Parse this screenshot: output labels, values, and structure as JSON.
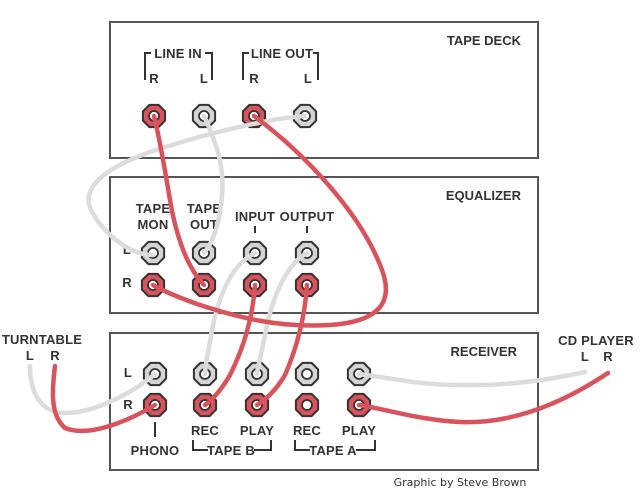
{
  "colors": {
    "red_channel": "#d9535c",
    "white_channel": "#d4d4d4",
    "outline": "#333333",
    "box_border": "#555555"
  },
  "components": {
    "tape_deck": {
      "title": "TAPE DECK",
      "groups": [
        {
          "label": "LINE IN",
          "channels": [
            "R",
            "L"
          ]
        },
        {
          "label": "LINE OUT",
          "channels": [
            "R",
            "L"
          ]
        }
      ]
    },
    "equalizer": {
      "title": "EQUALIZER",
      "row_labels": [
        "L",
        "R"
      ],
      "columns": [
        {
          "line1": "TAPE",
          "line2": "MON"
        },
        {
          "line1": "TAPE",
          "line2": "OUT"
        },
        {
          "line1": "",
          "line2": "INPUT"
        },
        {
          "line1": "",
          "line2": "OUTPUT"
        }
      ]
    },
    "receiver": {
      "title": "RECEIVER",
      "row_labels": [
        "L",
        "R"
      ],
      "column_labels": [
        "PHONO",
        "REC",
        "PLAY",
        "REC",
        "PLAY"
      ],
      "groups": [
        "TAPE B",
        "TAPE A"
      ]
    },
    "turntable": {
      "title": "TURNTABLE",
      "channels": [
        "L",
        "R"
      ]
    },
    "cd_player": {
      "title": "CD PLAYER",
      "channels": [
        "L",
        "R"
      ]
    }
  },
  "credit": "Graphic by Steve Brown"
}
